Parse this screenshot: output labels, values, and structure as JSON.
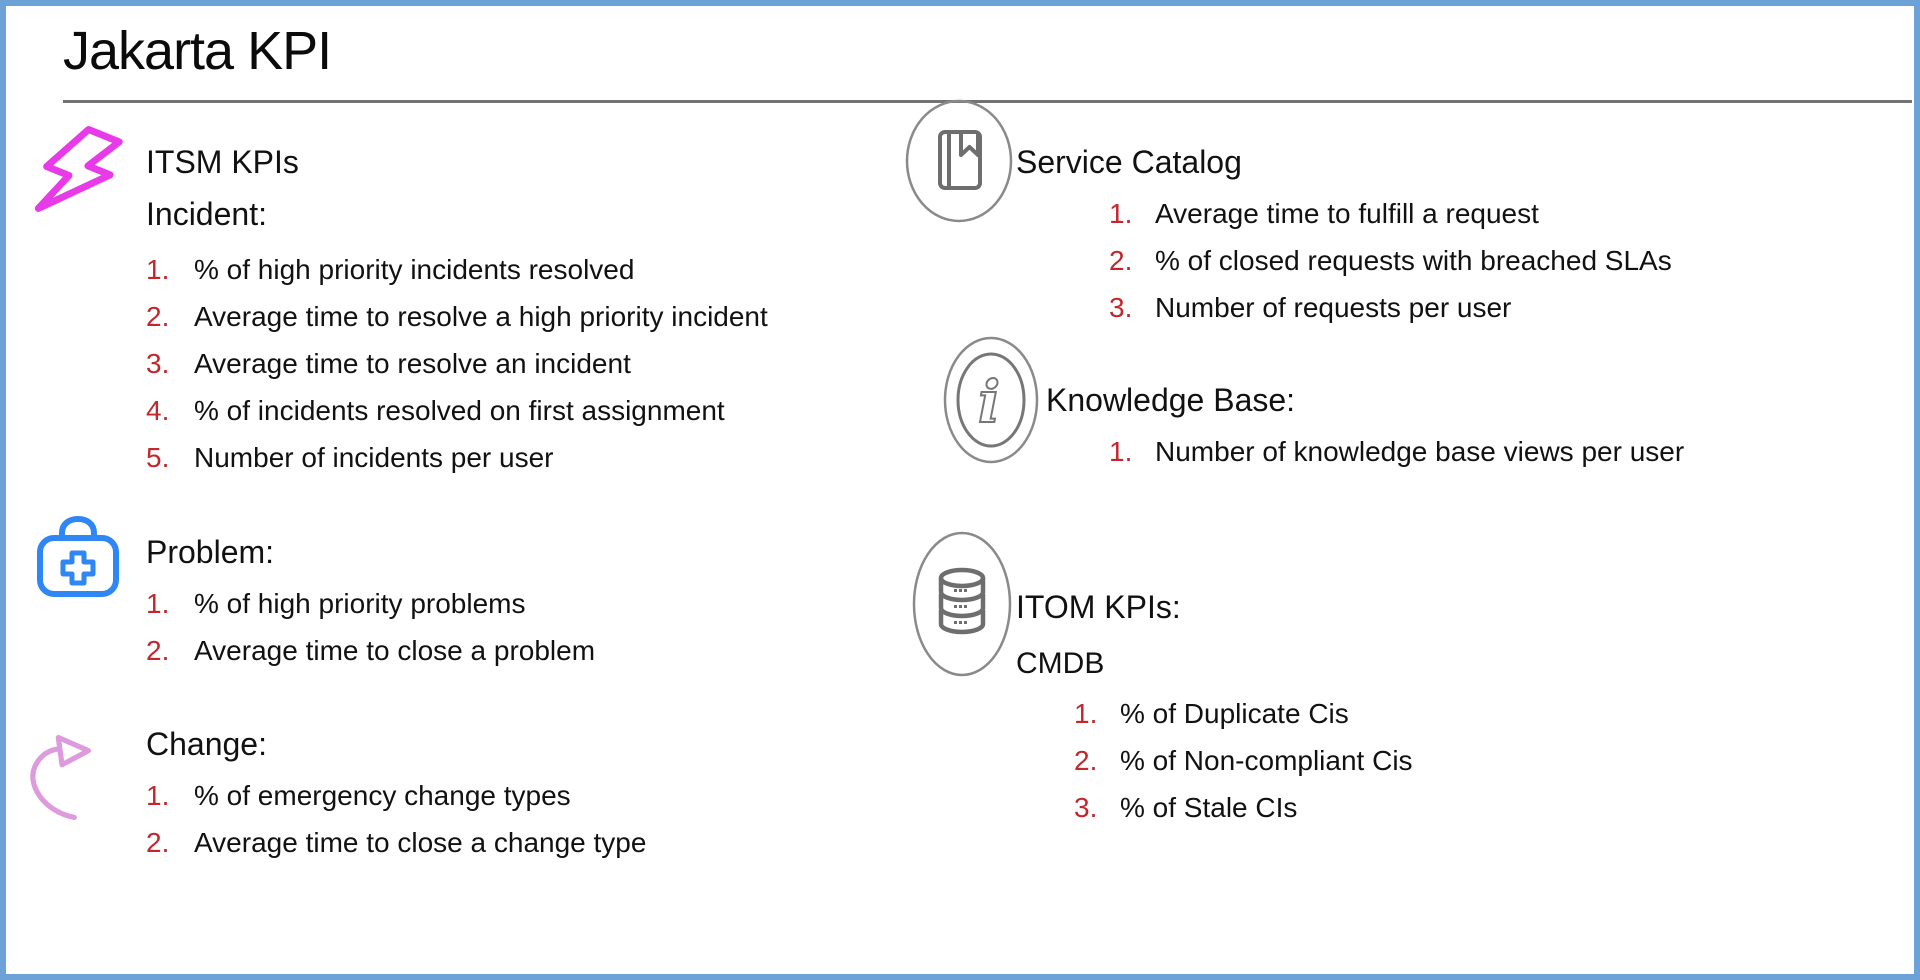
{
  "slide": {
    "title": "Jakarta KPI"
  },
  "colors": {
    "border": "#6CA2D8",
    "rule": "#737373",
    "text": "#111111",
    "list_number": "#C2272D",
    "lightning_icon": "#E83AE8",
    "first_aid_icon": "#2F87F5",
    "change_arrow_icon": "#DD9ADC",
    "gray_icon": "#767676"
  },
  "left_column": {
    "itsm": {
      "icon": "lightning-icon",
      "heading": "ITSM KPIs",
      "subheading": "Incident:",
      "items": [
        "% of high priority incidents resolved",
        "Average time to resolve a high priority incident",
        "Average time to resolve an incident",
        "% of incidents resolved on first assignment",
        "Number of incidents per user"
      ]
    },
    "problem": {
      "icon": "first-aid-kit-icon",
      "heading": "Problem:",
      "items": [
        "% of high priority problems",
        "Average time to close a problem"
      ]
    },
    "change": {
      "icon": "curved-arrow-icon",
      "heading": "Change:",
      "items": [
        "% of emergency change types",
        "Average time to close a change type"
      ]
    }
  },
  "right_column": {
    "service_catalog": {
      "icon": "catalog-book-icon",
      "heading": "Service Catalog",
      "items": [
        "Average time to fulfill a request",
        "% of closed requests with breached SLAs",
        "Number of requests per user"
      ]
    },
    "knowledge_base": {
      "icon": "info-icon",
      "heading": "Knowledge Base:",
      "items": [
        "Number of knowledge base views per user"
      ]
    },
    "itom": {
      "icon": "database-icon",
      "heading": "ITOM KPIs:",
      "subheading": "CMDB",
      "items": [
        "% of Duplicate Cis",
        "% of Non-compliant Cis",
        "% of Stale CIs"
      ]
    }
  }
}
